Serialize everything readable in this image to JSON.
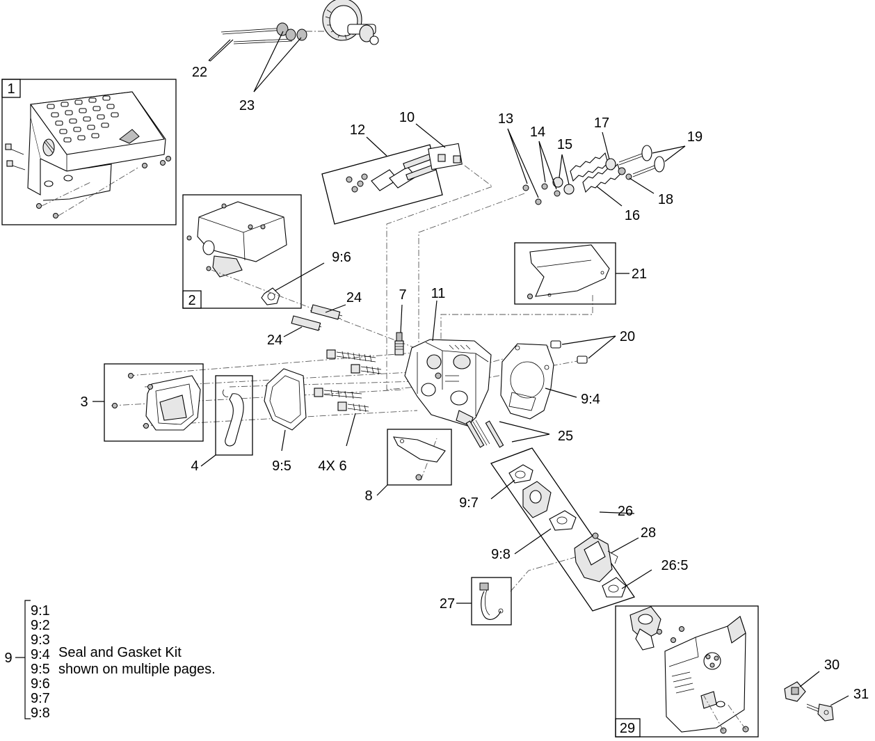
{
  "callouts": {
    "c1": "1",
    "c2": "2",
    "c3": "3",
    "c4": "4",
    "c4x6": "4X 6",
    "c7": "7",
    "c8": "8",
    "c10": "10",
    "c11": "11",
    "c12": "12",
    "c13": "13",
    "c14": "14",
    "c15": "15",
    "c16": "16",
    "c17": "17",
    "c18": "18",
    "c19": "19",
    "c20": "20",
    "c21": "21",
    "c22": "22",
    "c23": "23",
    "c24a": "24",
    "c24b": "24",
    "c25": "25",
    "c26": "26",
    "c26_5": "26:5",
    "c27": "27",
    "c28": "28",
    "c29": "29",
    "c30": "30",
    "c31": "31",
    "c9_4": "9:4",
    "c9_5": "9:5",
    "c9_6": "9:6",
    "c9_7": "9:7",
    "c9_8": "9:8"
  },
  "kit": {
    "number": "9",
    "items": [
      "9:1",
      "9:2",
      "9:3",
      "9:4",
      "9:5",
      "9:6",
      "9:7",
      "9:8"
    ],
    "note_line1": "Seal and Gasket Kit",
    "note_line2": "shown on multiple pages."
  }
}
